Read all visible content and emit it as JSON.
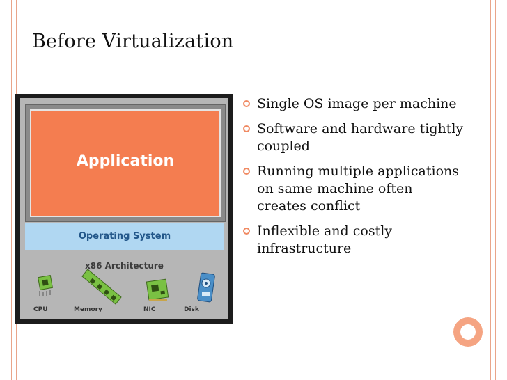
{
  "slide": {
    "title": "Before Virtualization",
    "accent_color": "#f5a482"
  },
  "diagram": {
    "application_label": "Application",
    "os_label": "Operating System",
    "architecture_label": "x86 Architecture",
    "hardware": [
      {
        "label": "CPU",
        "icon": "cpu-chip-icon"
      },
      {
        "label": "Memory",
        "icon": "memory-module-icon"
      },
      {
        "label": "NIC",
        "icon": "network-card-icon"
      },
      {
        "label": "Disk",
        "icon": "disk-drive-icon"
      }
    ],
    "colors": {
      "application": "#f47d50",
      "operating_system": "#b0d7f2",
      "hardware_green": "#7ac143"
    }
  },
  "bullets": [
    " Single OS image per machine",
    "Software and hardware tightly coupled",
    "Running multiple applications on same machine often creates conflict",
    "Inflexible and costly infrastructure"
  ]
}
